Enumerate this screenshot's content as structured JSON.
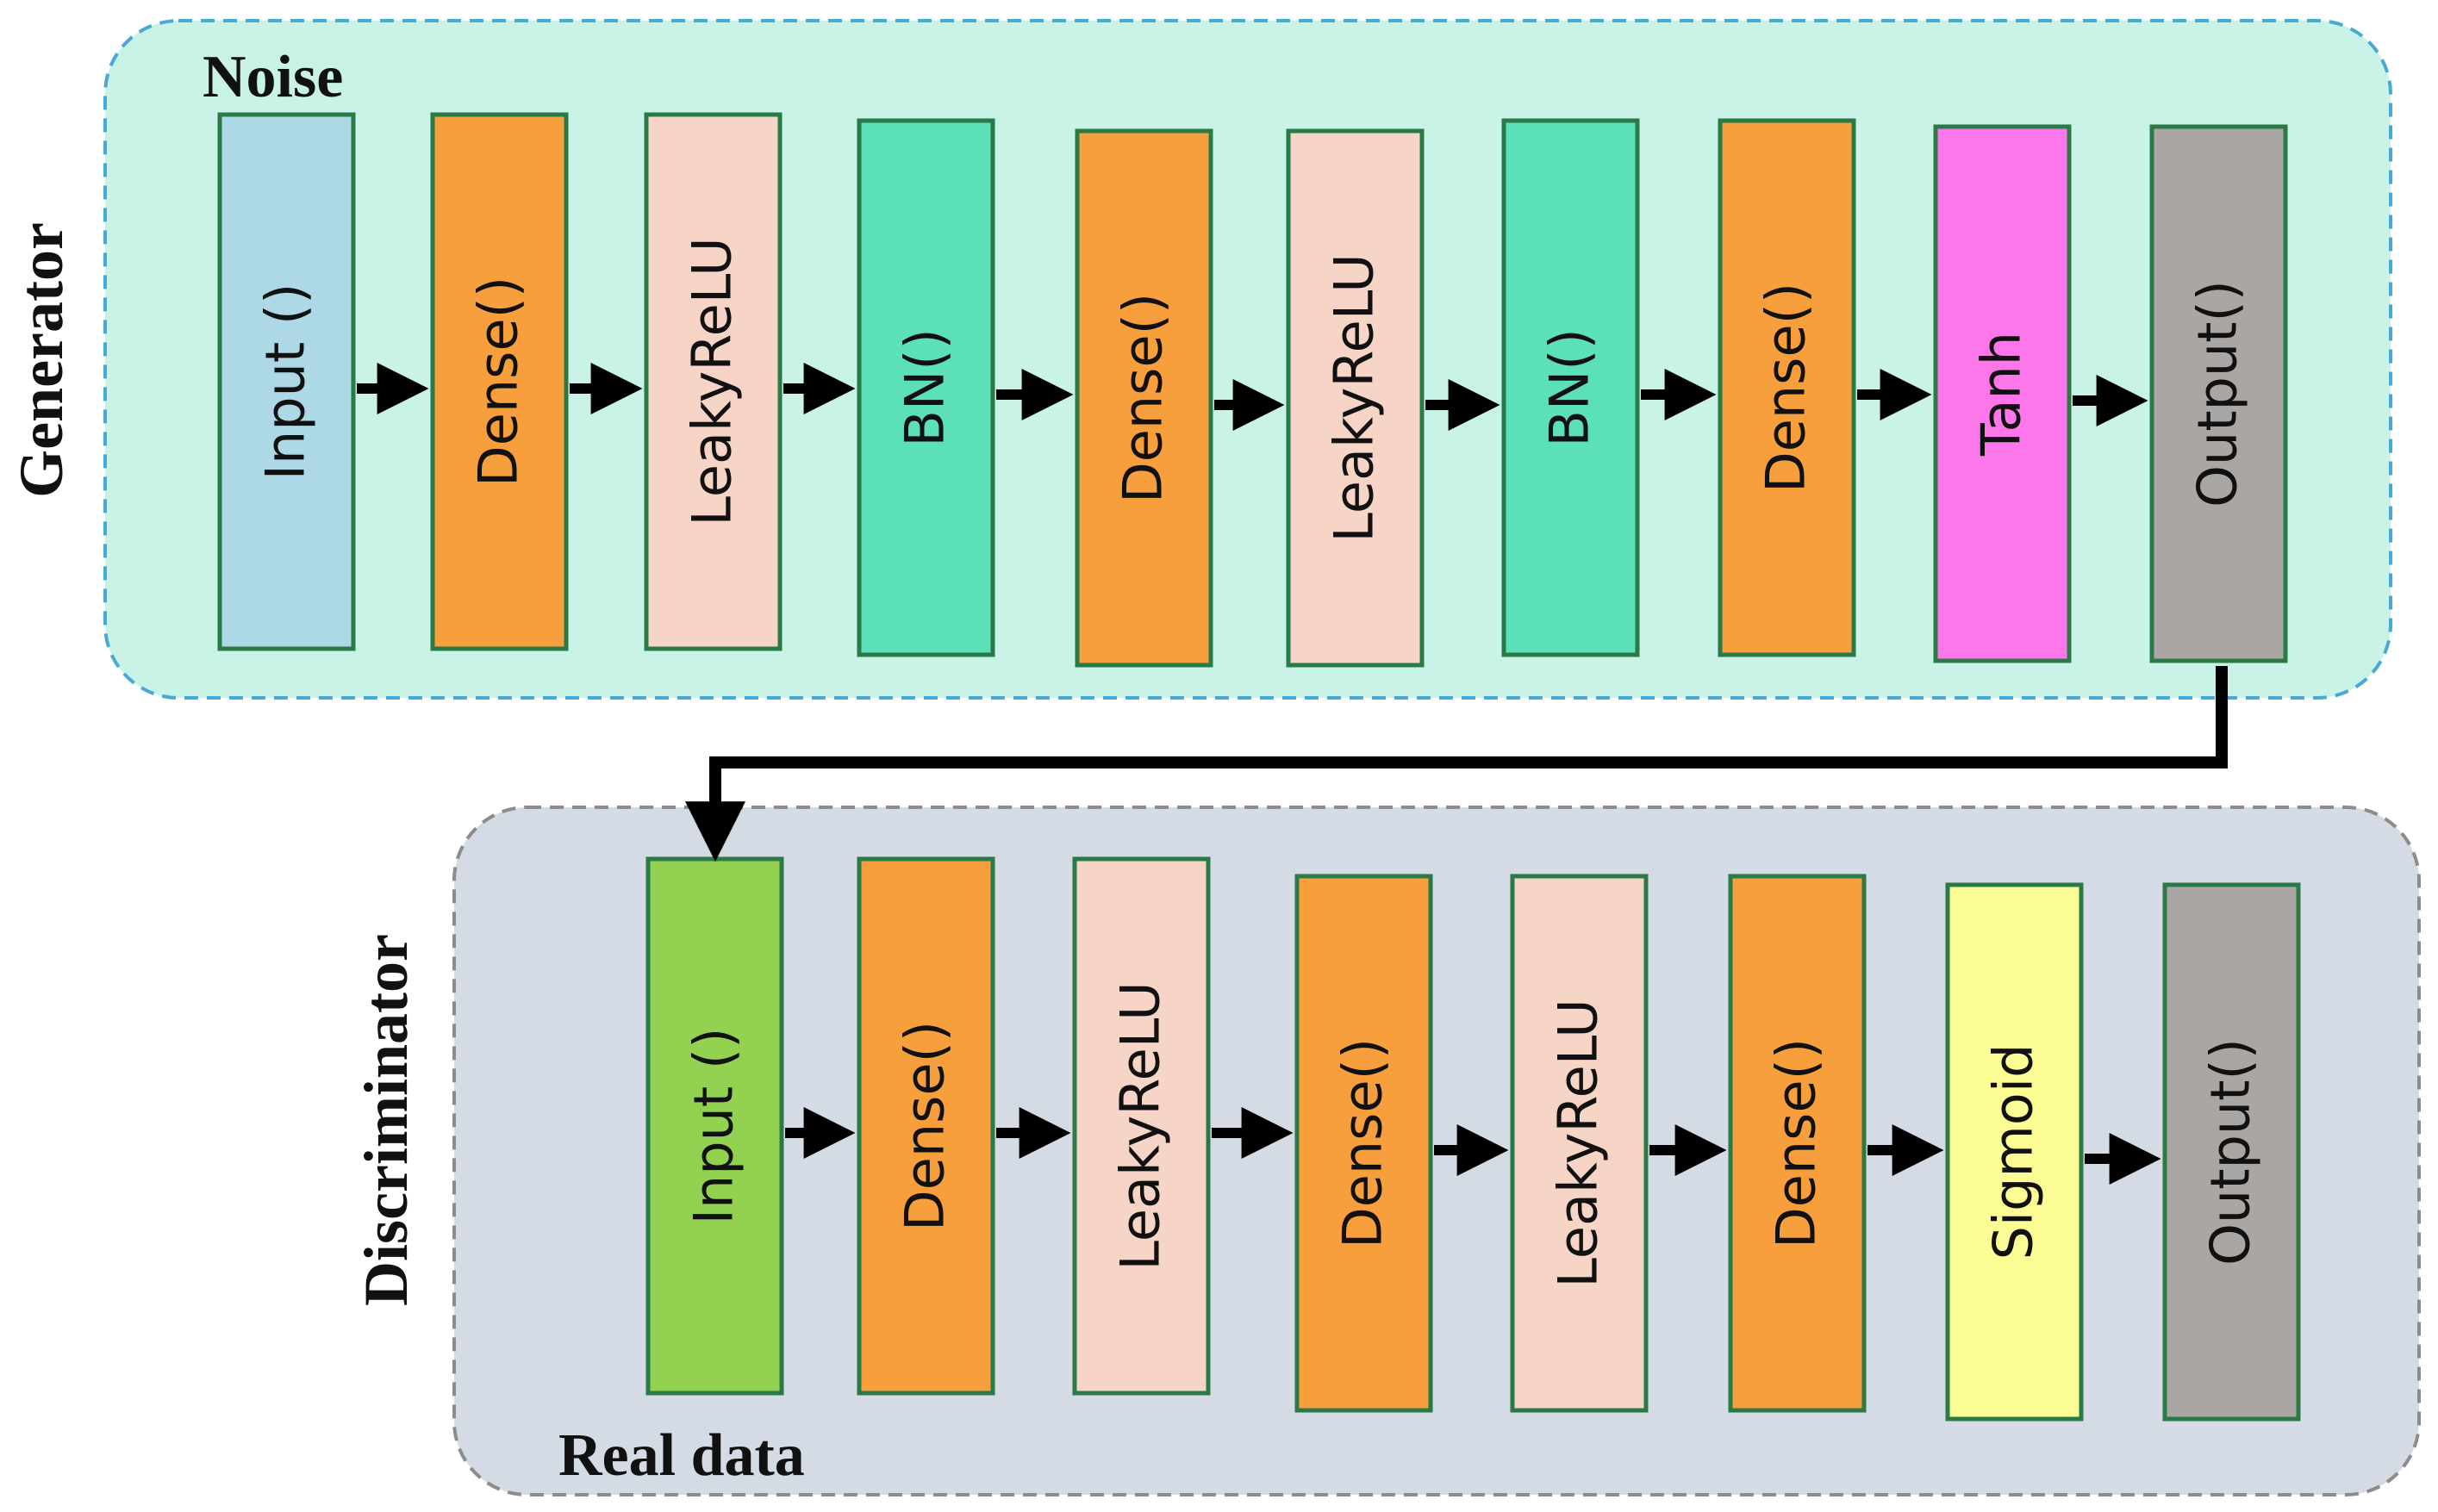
{
  "generator": {
    "title": "Generator",
    "input_caption": "Noise",
    "layers": [
      {
        "label": "Input ()",
        "color": "#add8e6"
      },
      {
        "label": "Dense()",
        "color": "#f79e3d"
      },
      {
        "label": "LeakyReLU",
        "color": "#f6d5c6"
      },
      {
        "label": "BN()",
        "color": "#5ce0ba"
      },
      {
        "label": "Dense()",
        "color": "#f79e3d"
      },
      {
        "label": "LeakyReLU",
        "color": "#f6d5c6"
      },
      {
        "label": "BN()",
        "color": "#5ce0ba"
      },
      {
        "label": "Dense()",
        "color": "#f79e3d"
      },
      {
        "label": "Tanh",
        "color": "#fd77eb"
      },
      {
        "label": "Output()",
        "color": "#aaa6a3"
      }
    ],
    "panel_color": "#c8f3e6",
    "panel_border": "#49a9d6"
  },
  "discriminator": {
    "title": "Discriminator",
    "input_caption": "Real data",
    "layers": [
      {
        "label": "Input ()",
        "color": "#93d251"
      },
      {
        "label": "Dense()",
        "color": "#f79e3d"
      },
      {
        "label": "LeakyReLU",
        "color": "#f6d5c6"
      },
      {
        "label": "Dense()",
        "color": "#f79e3d"
      },
      {
        "label": "LeakyReLU",
        "color": "#f6d5c6"
      },
      {
        "label": "Dense()",
        "color": "#f79e3d"
      },
      {
        "label": "Sigmoid",
        "color": "#fdfd95"
      },
      {
        "label": "Output()",
        "color": "#aaa6a3"
      }
    ],
    "panel_color": "#d5dbe4",
    "panel_border": "#8c8c8c"
  },
  "block_border": "#2a7a48"
}
